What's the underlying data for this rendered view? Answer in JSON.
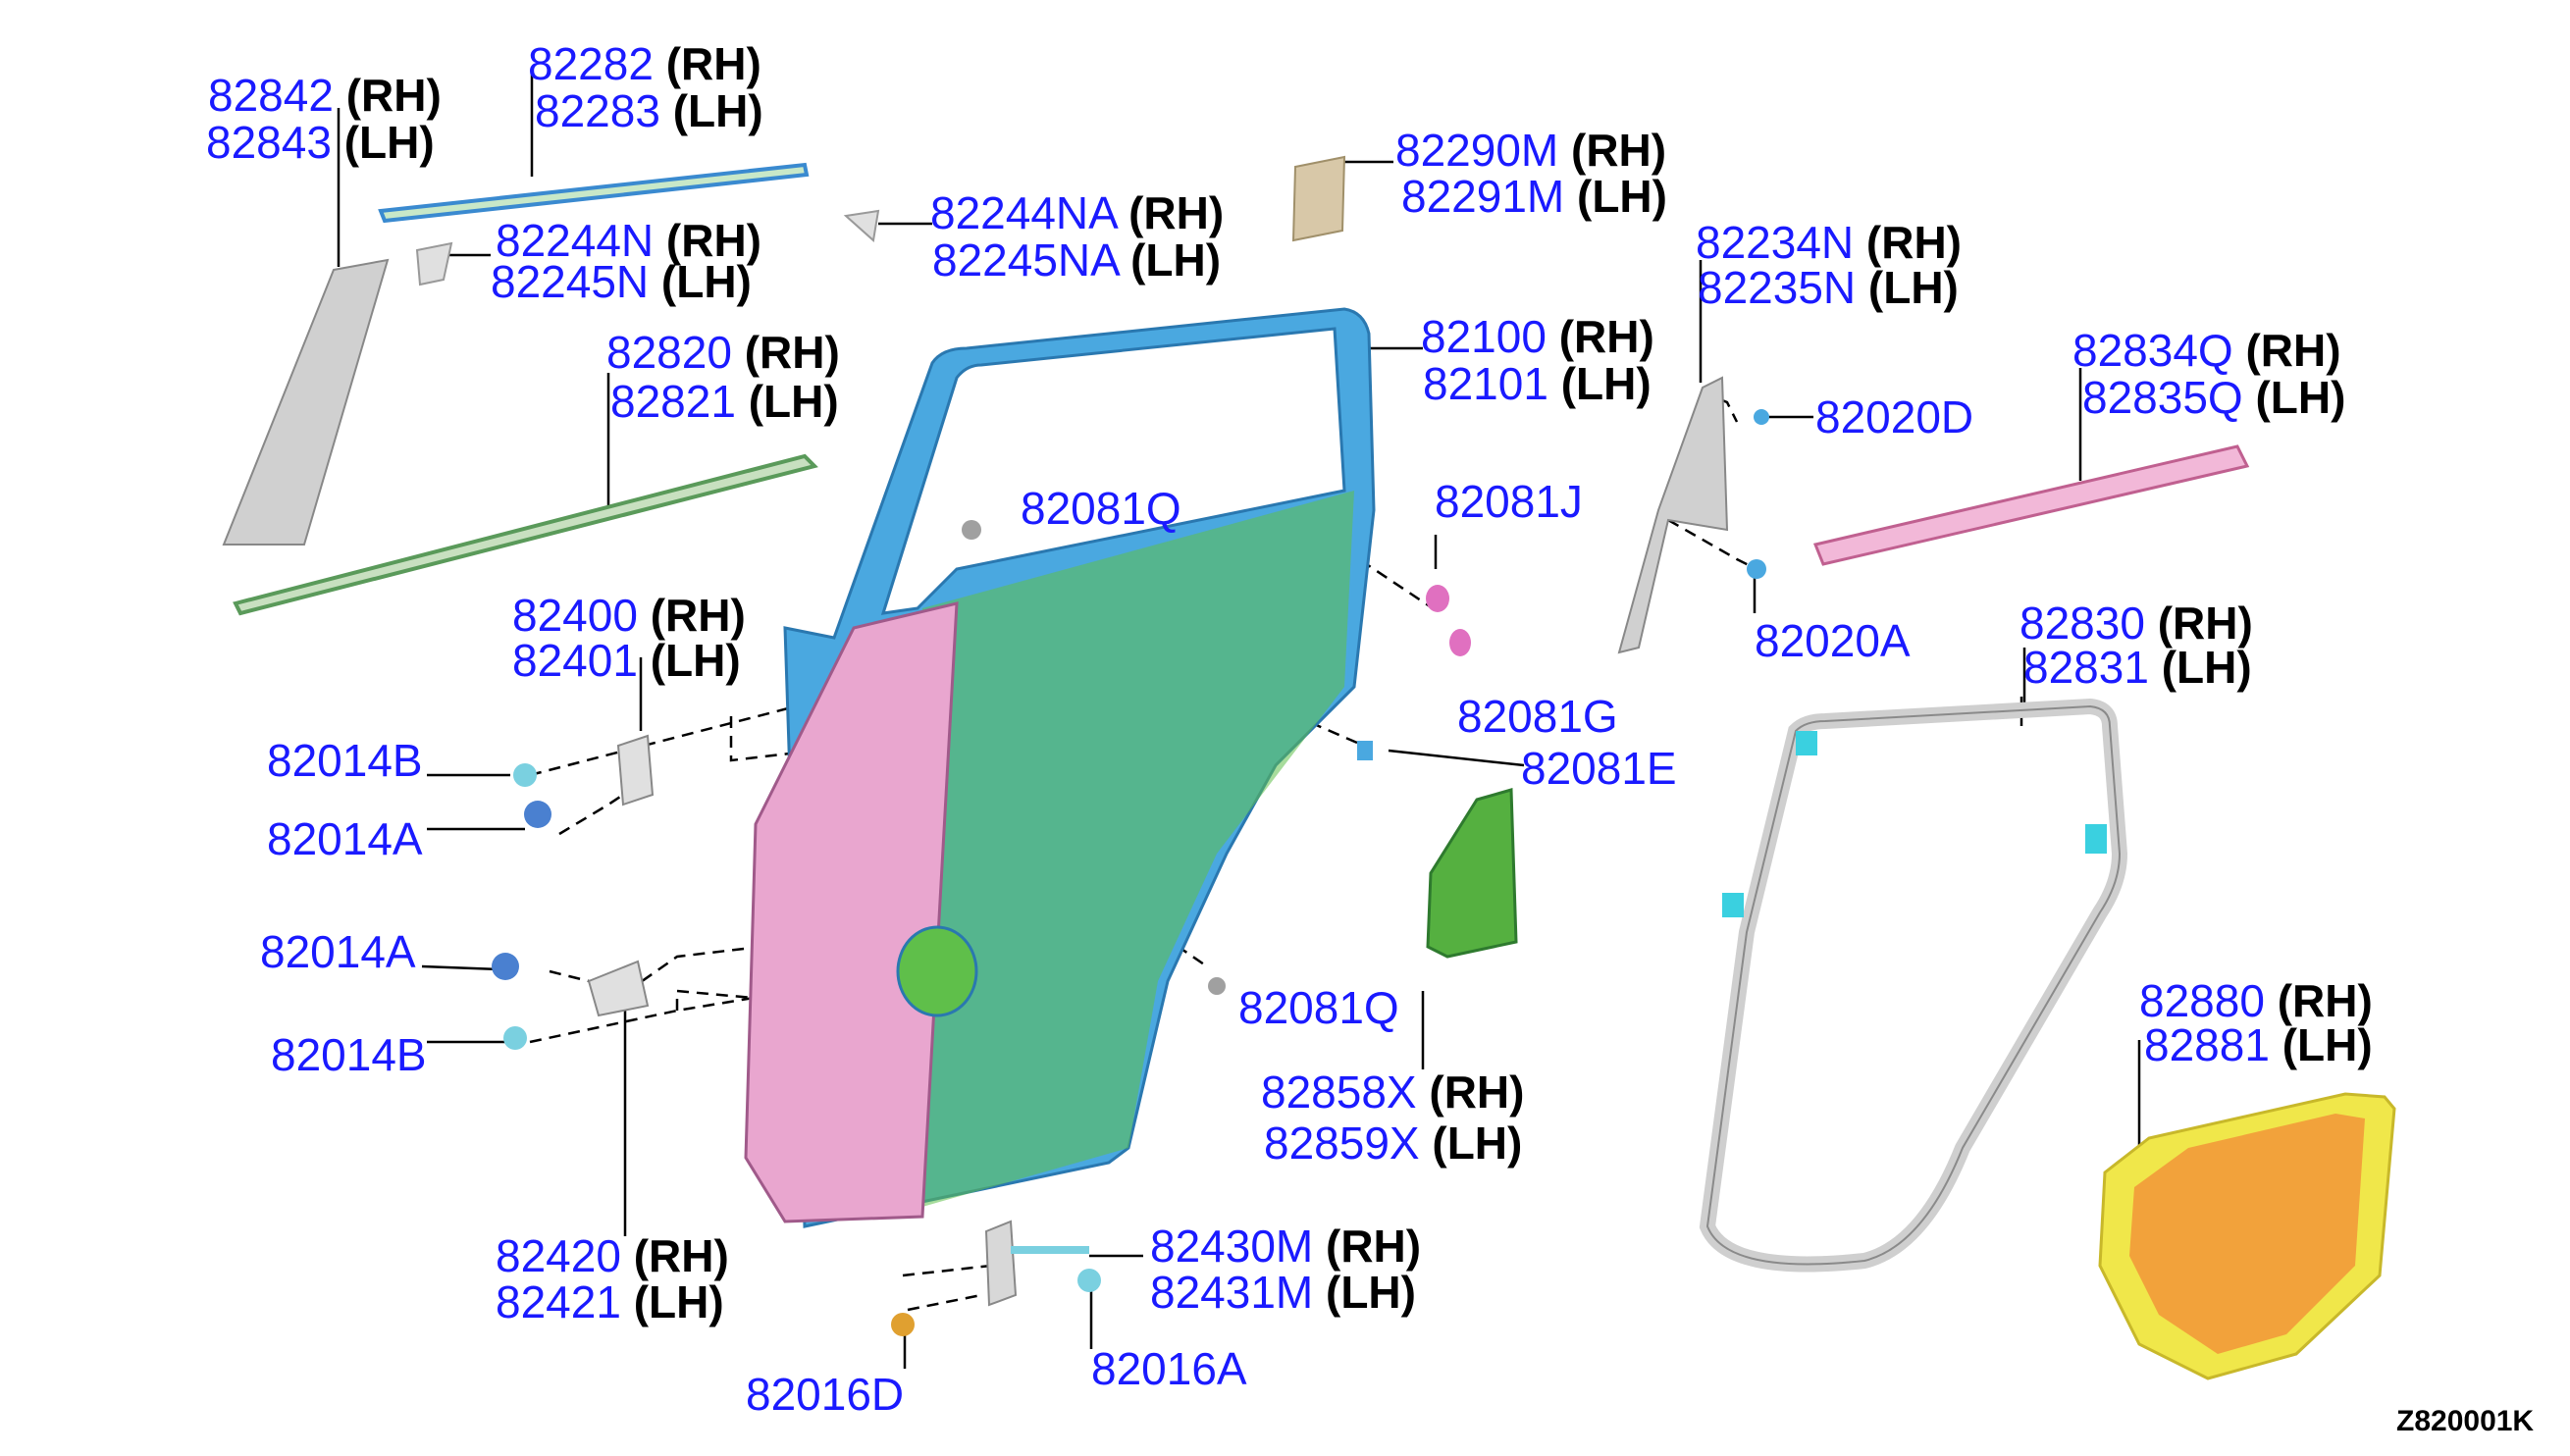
{
  "diagram_code": "Z820001K",
  "colors": {
    "part_number": "#1a1aff",
    "door_frame": "#4aa8e0",
    "door_reinforcement": "#e9a6cf",
    "door_inner_panel": "#5fbf4a",
    "garnish": "#bfbfbf",
    "weatherstrip": "#d8d8d8",
    "seal_tape": "#e8a0c8",
    "insulator_outer": "#f0e74a",
    "insulator_inner": "#f29a3a"
  },
  "callouts": [
    {
      "part": "82842",
      "side": "(RH)"
    },
    {
      "part": "82843",
      "side": "(LH)"
    },
    {
      "part": "82282",
      "side": "(RH)"
    },
    {
      "part": "82283",
      "side": "(LH)"
    },
    {
      "part": "82244N",
      "side": "(RH)"
    },
    {
      "part": "82245N",
      "side": "(LH)"
    },
    {
      "part": "82244NA",
      "side": "(RH)"
    },
    {
      "part": "82245NA",
      "side": "(LH)"
    },
    {
      "part": "82290M",
      "side": "(RH)"
    },
    {
      "part": "82291M",
      "side": "(LH)"
    },
    {
      "part": "82234N",
      "side": "(RH)"
    },
    {
      "part": "82235N",
      "side": "(LH)"
    },
    {
      "part": "82820",
      "side": "(RH)"
    },
    {
      "part": "82821",
      "side": "(LH)"
    },
    {
      "part": "82100",
      "side": "(RH)"
    },
    {
      "part": "82101",
      "side": "(LH)"
    },
    {
      "part": "82020D",
      "side": ""
    },
    {
      "part": "82834Q",
      "side": "(RH)"
    },
    {
      "part": "82835Q",
      "side": "(LH)"
    },
    {
      "part": "82081Q",
      "side": ""
    },
    {
      "part": "82081J",
      "side": ""
    },
    {
      "part": "82020A",
      "side": ""
    },
    {
      "part": "82400",
      "side": "(RH)"
    },
    {
      "part": "82401",
      "side": "(LH)"
    },
    {
      "part": "82830",
      "side": "(RH)"
    },
    {
      "part": "82831",
      "side": "(LH)"
    },
    {
      "part": "82081G",
      "side": ""
    },
    {
      "part": "82014B",
      "side": ""
    },
    {
      "part": "82081E",
      "side": ""
    },
    {
      "part": "82014A",
      "side": ""
    },
    {
      "part": "82014A",
      "side": ""
    },
    {
      "part": "82081Q",
      "side": ""
    },
    {
      "part": "82014B",
      "side": ""
    },
    {
      "part": "82880",
      "side": "(RH)"
    },
    {
      "part": "82881",
      "side": "(LH)"
    },
    {
      "part": "82858X",
      "side": "(RH)"
    },
    {
      "part": "82859X",
      "side": "(LH)"
    },
    {
      "part": "82420",
      "side": "(RH)"
    },
    {
      "part": "82421",
      "side": "(LH)"
    },
    {
      "part": "82430M",
      "side": "(RH)"
    },
    {
      "part": "82431M",
      "side": "(LH)"
    },
    {
      "part": "82016A",
      "side": ""
    },
    {
      "part": "82016D",
      "side": ""
    }
  ]
}
